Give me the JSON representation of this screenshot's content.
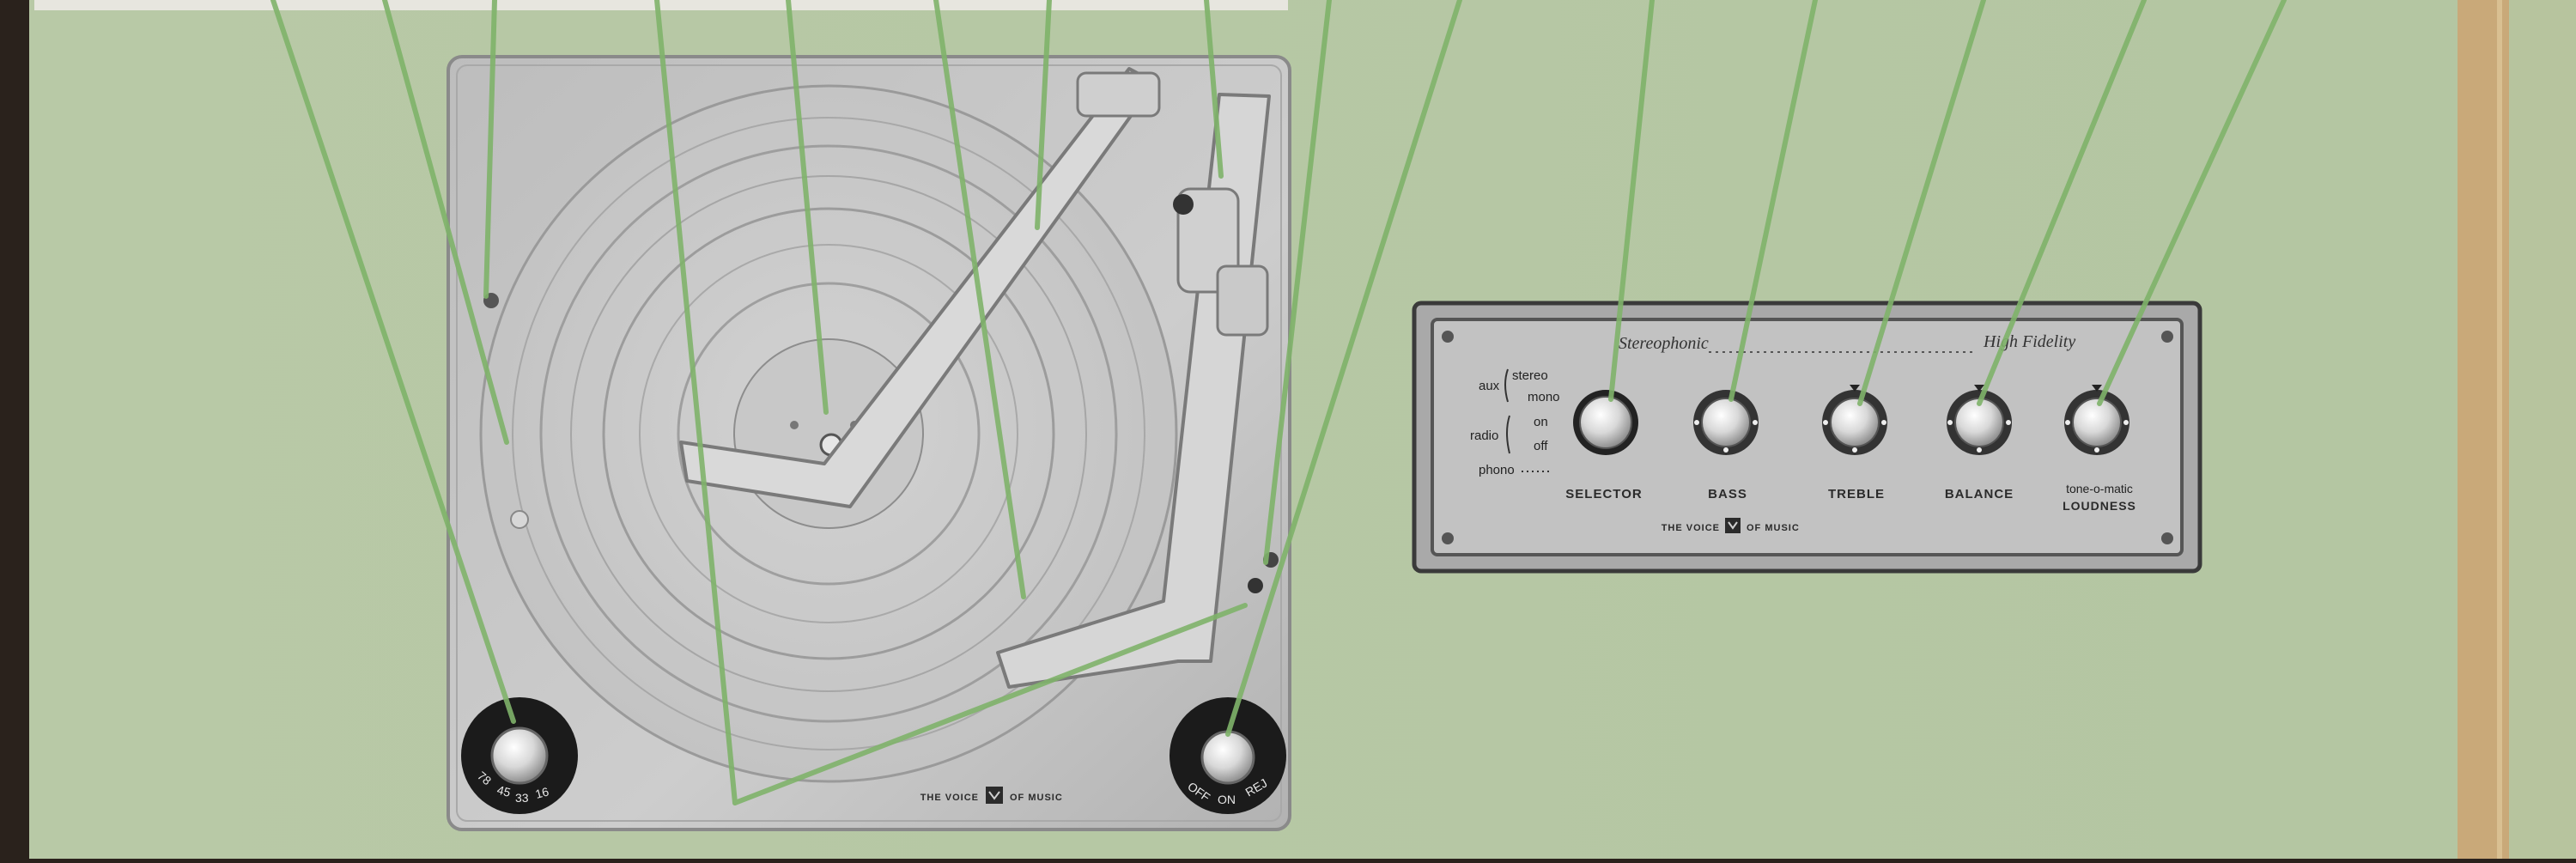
{
  "turntable": {
    "brand": "THE VOICE OF MUSIC",
    "brand_left": "THE VOICE",
    "brand_right": "OF MUSIC",
    "speed_knob": {
      "speeds": [
        "78",
        "45",
        "33",
        "16"
      ]
    },
    "mode_knob": {
      "positions": [
        "OFF",
        "ON",
        "REJ"
      ]
    }
  },
  "amplifier": {
    "header_left": "Stereophonic",
    "header_right": "High Fidelity",
    "selector_positions": {
      "aux_group": "aux",
      "aux_options": [
        "stereo",
        "mono"
      ],
      "radio_group": "radio",
      "radio_options": [
        "on",
        "off"
      ],
      "phono": "phono"
    },
    "knobs": [
      {
        "label": "SELECTOR"
      },
      {
        "label": "BASS"
      },
      {
        "label": "TREBLE"
      },
      {
        "label": "BALANCE"
      },
      {
        "label": "tone-o-matic",
        "label2": "LOUDNESS"
      }
    ],
    "brand": "THE VOICE OF MUSIC",
    "brand_left": "THE VOICE",
    "brand_right": "OF MUSIC"
  }
}
